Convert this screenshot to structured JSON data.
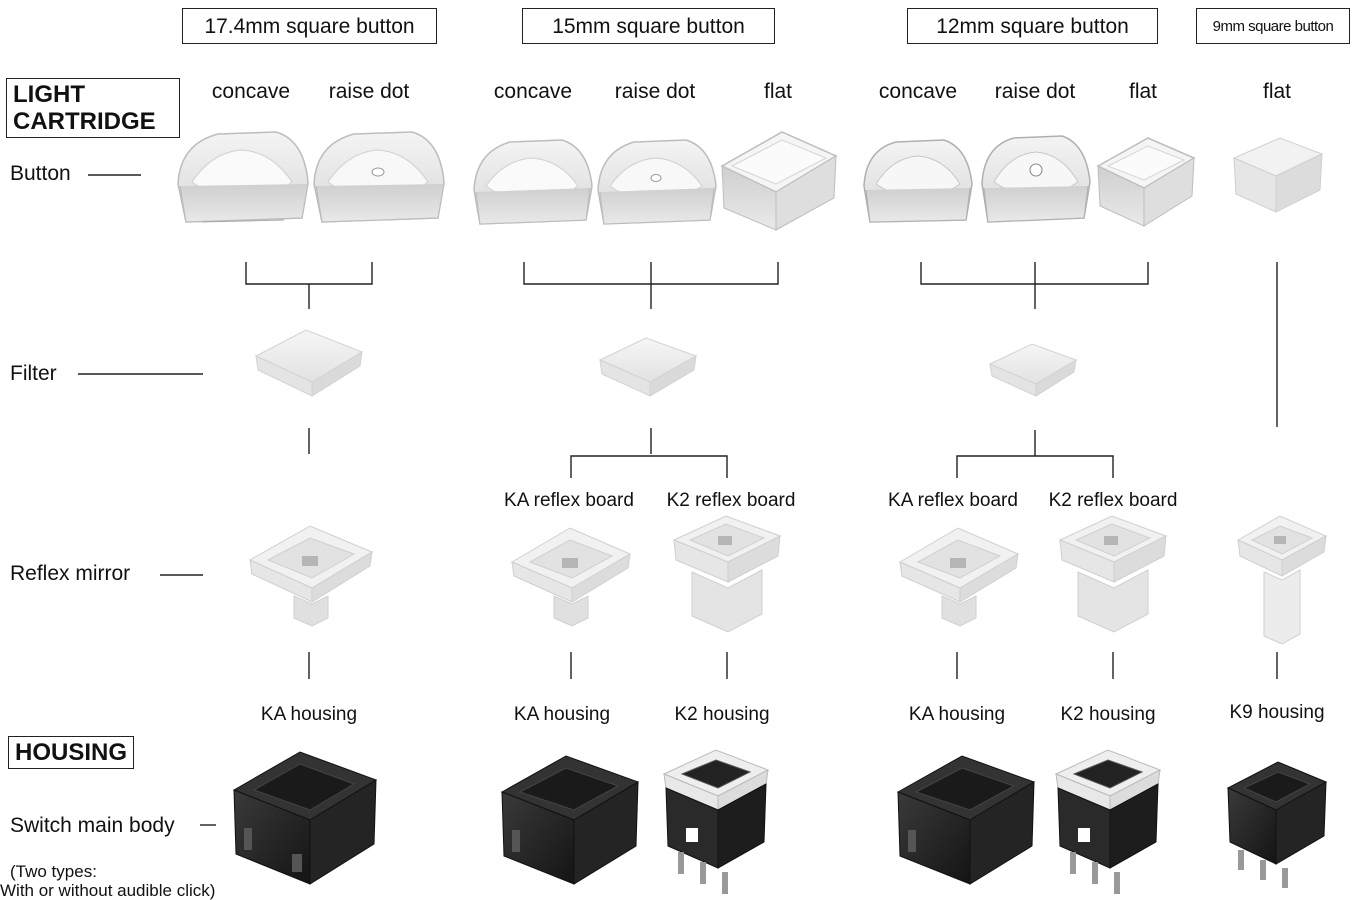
{
  "headers": {
    "h174": "17.4mm square button",
    "h15": "15mm square button",
    "h12": "12mm square button",
    "h9": "9mm square button"
  },
  "sections": {
    "light": "LIGHT\nCARTRIDGE",
    "housing": "HOUSING"
  },
  "row_labels": {
    "button": "Button",
    "filter": "Filter",
    "reflex": "Reflex mirror",
    "body": "Switch main body",
    "note_line1": "(Two types:",
    "note_line2": "With or without audible click)"
  },
  "button_types": {
    "concave": "concave",
    "raise_dot": "raise dot",
    "flat": "flat"
  },
  "boards": {
    "ka": "KA reflex board",
    "k2": "K2 reflex board"
  },
  "housings": {
    "ka": "KA housing",
    "k2": "K2 housing",
    "k9": "K9 housing"
  }
}
